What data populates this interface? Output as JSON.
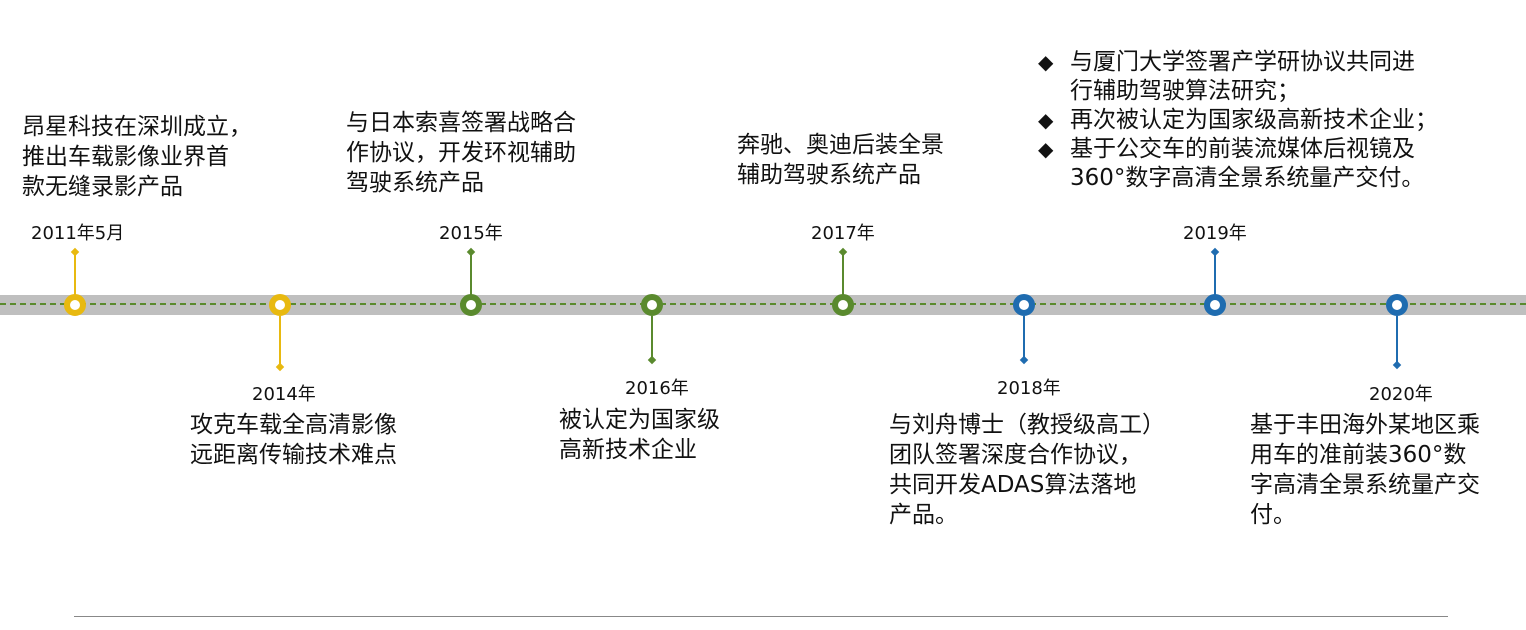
{
  "colors": {
    "yellow": "#e8b910",
    "green": "#5a8a2e",
    "blue": "#1f6cb0",
    "track": "#bfbfbf"
  },
  "milestones": [
    {
      "date": "2011年5月",
      "color": "yellow",
      "text": "昂星科技在深圳成立，\n推出车载影像业界首\n款无缝录影产品"
    },
    {
      "date": "2014年",
      "color": "yellow",
      "text": "攻克车载全高清影像\n远距离传输技术难点"
    },
    {
      "date": "2015年",
      "color": "green",
      "text": "与日本索喜签署战略合\n作协议，开发环视辅助\n驾驶系统产品"
    },
    {
      "date": "2016年",
      "color": "green",
      "text": "被认定为国家级\n高新技术企业"
    },
    {
      "date": "2017年",
      "color": "green",
      "text": "奔驰、奥迪后装全景\n辅助驾驶系统产品"
    },
    {
      "date": "2018年",
      "color": "blue",
      "text": "与刘舟博士（教授级高工）\n团队签署深度合作协议，\n共同开发ADAS算法落地\n产品。"
    },
    {
      "date": "2019年",
      "color": "blue",
      "bullets": [
        "与厦门大学签署产学研协议共同进\n行辅助驾驶算法研究；",
        "再次被认定为国家级高新技术企业；",
        "基于公交车的前装流媒体后视镜及\n360°数字高清全景系统量产交付。"
      ]
    },
    {
      "date": "2020年",
      "color": "blue",
      "text": "基于丰田海外某地区乘\n用车的准前装360°数\n字高清全景系统量产交\n付。"
    }
  ],
  "bullet_symbol": "◆"
}
